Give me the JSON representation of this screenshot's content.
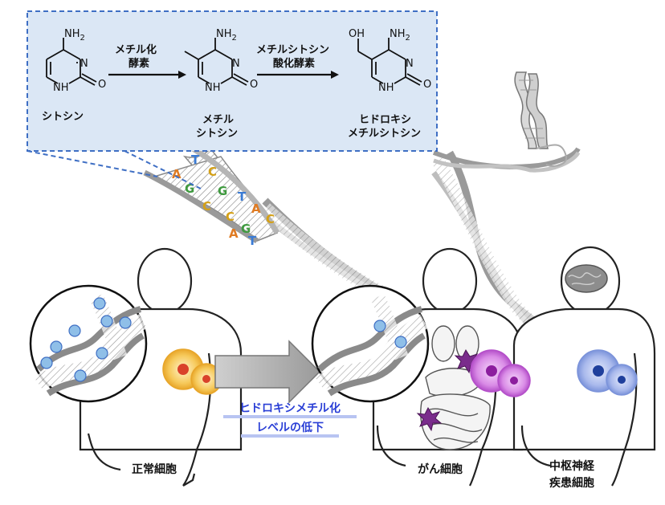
{
  "reaction": {
    "arrow1_line1": "メチル化",
    "arrow1_line2": "酵素",
    "arrow2_line1": "メチルシトシン",
    "arrow2_line2": "酸化酵素",
    "mol1": {
      "nh2": "NH",
      "sub2": "2",
      "n": "N",
      "nh": "NH",
      "o": "O",
      "name": "シトシン"
    },
    "mol2": {
      "nh2": "NH",
      "sub2": "2",
      "n": "N",
      "nh": "NH",
      "o": "O",
      "name1": "メチル",
      "name2": "シトシン"
    },
    "mol3": {
      "oh": "OH",
      "nh2": "NH",
      "sub2": "2",
      "n": "N",
      "nh": "NH",
      "o": "O",
      "name1": "ヒドロキシ",
      "name2": "メチルシトシン"
    }
  },
  "dna_bases": [
    {
      "letter": "T",
      "color": "#3a7bd5"
    },
    {
      "letter": "A",
      "color": "#e07b22"
    },
    {
      "letter": "C",
      "color": "#d4a017"
    },
    {
      "letter": "G",
      "color": "#3f9a3f"
    },
    {
      "letter": "G",
      "color": "#3f9a3f"
    },
    {
      "letter": "C",
      "color": "#d4a017"
    },
    {
      "letter": "T",
      "color": "#3a7bd5"
    },
    {
      "letter": "C",
      "color": "#d4a017"
    },
    {
      "letter": "A",
      "color": "#e07b22"
    },
    {
      "letter": "G",
      "color": "#3f9a3f"
    },
    {
      "letter": "C",
      "color": "#d4a017"
    },
    {
      "letter": "A",
      "color": "#e07b22"
    },
    {
      "letter": "T",
      "color": "#3a7bd5"
    }
  ],
  "arrow_caption": {
    "line1": "ヒドロキシメチル化",
    "line2": "レベルの低下"
  },
  "people": {
    "normal_label": "正常細胞",
    "cancer_label": "がん細胞",
    "cns_label1": "中枢神経",
    "cns_label2": "疾患細胞"
  },
  "colors": {
    "box_border": "#3f6fc4",
    "box_fill": "#dbe7f5",
    "normal_cell": "#f2b83a",
    "cancer_cell": "#c84bd8",
    "cns_cell": "#6a86d6",
    "methyl_dot": "#8fbfe8",
    "caption_blue": "#2a3fd6"
  }
}
